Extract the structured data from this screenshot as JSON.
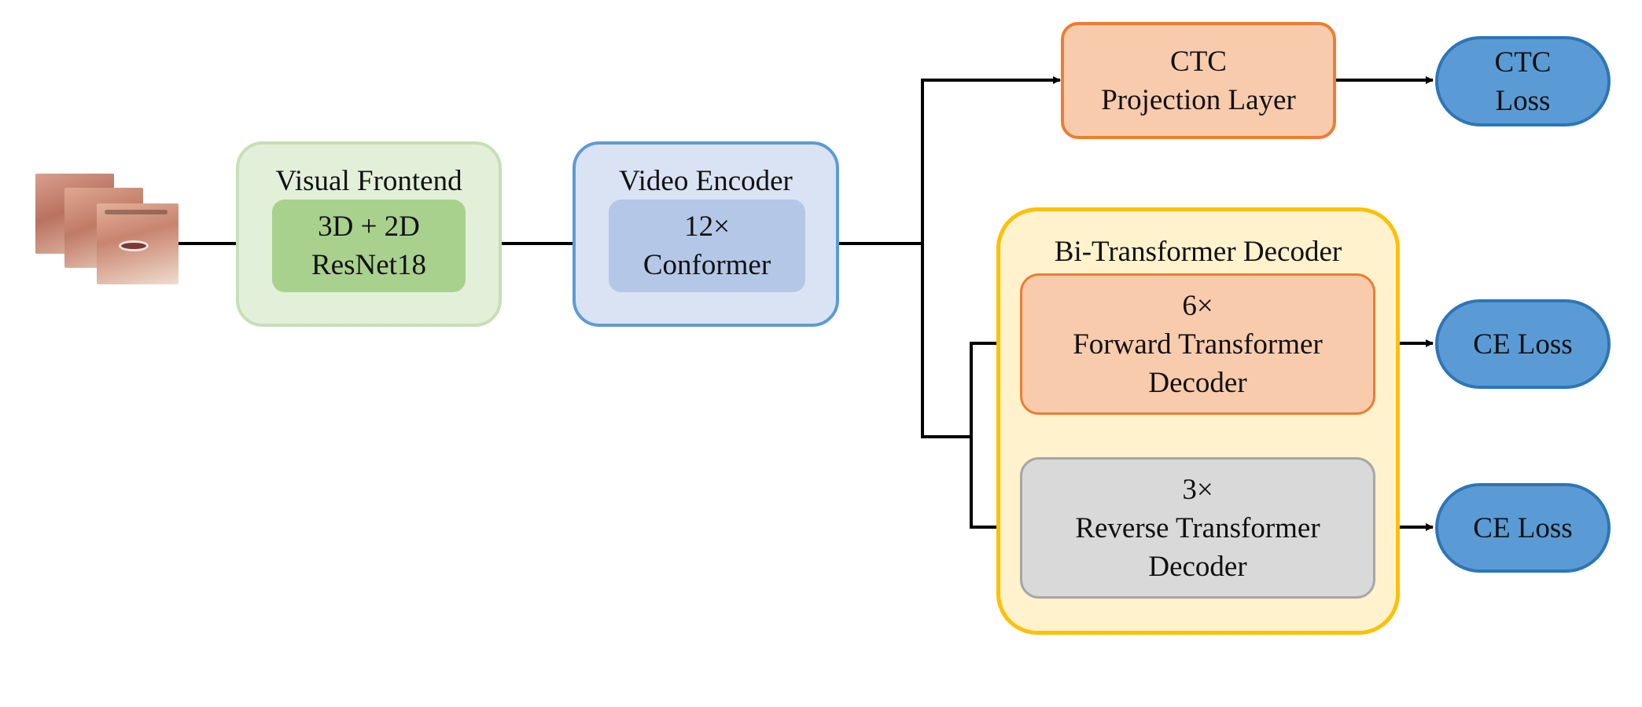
{
  "input": {
    "icon": "face-frames-icon"
  },
  "visual_frontend": {
    "title": "Visual Frontend",
    "inner_line1": "3D + 2D",
    "inner_line2": "ResNet18",
    "outer_color": "#e2f0d9",
    "outer_border": "#c5e0b4",
    "inner_color": "#a9d18e"
  },
  "video_encoder": {
    "title": "Video Encoder",
    "inner_line1": "12×",
    "inner_line2": "Conformer",
    "outer_color": "#dae3f3",
    "outer_border": "#5b9bd5",
    "inner_color": "#b4c7e7"
  },
  "ctc_projection": {
    "line1": "CTC",
    "line2": "Projection Layer",
    "fill": "#f8cbad",
    "border": "#ed7d31"
  },
  "ctc_loss": {
    "line1": "CTC",
    "line2": "Loss",
    "fill": "#5b9bd5",
    "border": "#2e75b6"
  },
  "bi_decoder": {
    "title": "Bi-Transformer Decoder",
    "fill": "#fff2cc",
    "border": "#ffc000",
    "forward": {
      "line1": "6×",
      "line2": "Forward Transformer",
      "line3": "Decoder",
      "fill": "#f8cbad",
      "border": "#ed7d31"
    },
    "reverse": {
      "line1": "3×",
      "line2": "Reverse Transformer",
      "line3": "Decoder",
      "fill": "#d9d9d9",
      "border": "#a6a6a6"
    }
  },
  "ce_loss_forward": {
    "label": "CE Loss"
  },
  "ce_loss_reverse": {
    "label": "CE Loss"
  }
}
